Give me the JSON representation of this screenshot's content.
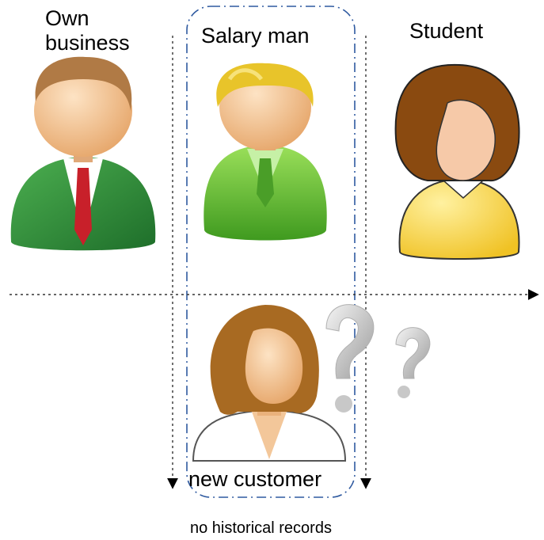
{
  "labels": {
    "own_business_line1": "Own",
    "own_business_line2": "business",
    "salary_man": "Salary man",
    "student": "Student",
    "new_customer": "new customer",
    "no_historical_records": "no historical records"
  },
  "colors": {
    "green_suit": "#2e8b3a",
    "lime_suit": "#6dbf3a",
    "tie_red": "#c8202a",
    "skin": "#f3c79a",
    "hair_brown": "#a86a22",
    "hair_blond": "#e8c42a",
    "hair_student": "#8a4a10",
    "yellow_shirt": "#f4d64a",
    "guide_blue": "#2f5aa0"
  },
  "icons": [
    "businessman-icon",
    "salaryman-icon",
    "student-icon",
    "new-customer-icon",
    "question-mark-icon"
  ]
}
